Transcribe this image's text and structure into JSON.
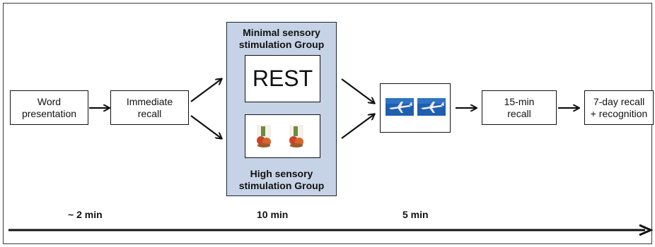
{
  "diagram": {
    "steps": {
      "word_presentation": "Word\npresentation",
      "immediate_recall": "Immediate\nrecall",
      "recall_15": "15-min\nrecall",
      "recall_7day": "7-day recall\n+ recognition"
    },
    "groups": {
      "minimal_title": "Minimal sensory\nstimulation Group",
      "rest_label": "REST",
      "high_title": "High sensory\nstimulation Group"
    },
    "pictures": {
      "high_sensory": [
        "food-image",
        "food-image"
      ],
      "filler": [
        "airplane-image",
        "airplane-image"
      ]
    },
    "timeline": {
      "t1": "~ 2 min",
      "t2": "10 min",
      "t3": "5 min"
    },
    "colors": {
      "group_panel": "#c6d3e6",
      "sky": "#1f5fae",
      "line": "#111111"
    }
  }
}
